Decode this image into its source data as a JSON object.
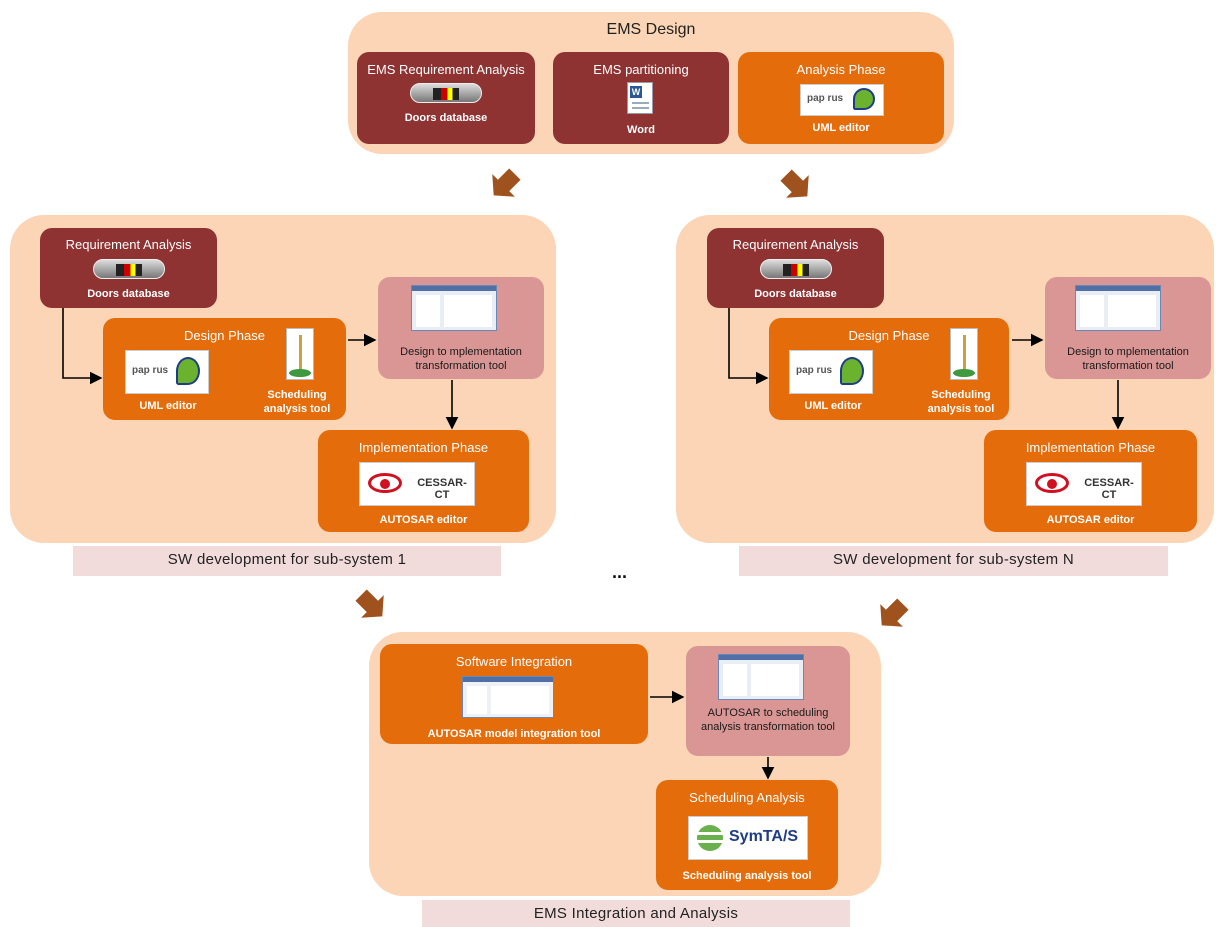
{
  "top": {
    "title": "EMS Design",
    "req": {
      "title": "EMS Requirement Analysis",
      "sub": "Doors database"
    },
    "part": {
      "title": "EMS partitioning",
      "sub": "Word"
    },
    "analysis": {
      "title": "Analysis Phase",
      "sub": "UML editor",
      "logo": "pap rus"
    }
  },
  "sub1": {
    "caption": "SW development for sub-system 1",
    "req": {
      "title": "Requirement Analysis",
      "sub": "Doors database"
    },
    "design": {
      "title": "Design Phase",
      "uml": "UML editor",
      "sched": "Scheduling analysis tool",
      "logo": "pap rus"
    },
    "transform": {
      "text": "Design  to mplementation transformation tool"
    },
    "impl": {
      "title": "Implementation Phase",
      "sub": "AUTOSAR editor",
      "logo": "CESSAR-CT"
    }
  },
  "subN": {
    "caption": "SW development for sub-system N",
    "req": {
      "title": "Requirement Analysis",
      "sub": "Doors database"
    },
    "design": {
      "title": "Design Phase",
      "uml": "UML editor",
      "sched": "Scheduling analysis tool",
      "logo": "pap rus"
    },
    "transform": {
      "text": "Design  to mplementation transformation tool"
    },
    "impl": {
      "title": "Implementation Phase",
      "sub": "AUTOSAR editor",
      "logo": "CESSAR-CT"
    }
  },
  "ellipsis": "...",
  "bottom": {
    "caption": "EMS Integration and Analysis",
    "integ": {
      "title": "Software Integration",
      "sub": "AUTOSAR model integration tool"
    },
    "transform": {
      "text": "AUTOSAR to scheduling analysis transformation tool"
    },
    "sched": {
      "title": "Scheduling Analysis",
      "sub": "Scheduling analysis tool",
      "logo": "SymTA/S"
    }
  },
  "colors": {
    "group_bg": "#fbd5b5",
    "dark_box": "#8e3232",
    "orange_box": "#e46c0a",
    "pink_box": "#d99694",
    "caption_bg": "#f2dcdb",
    "big_arrow": "#a0521e"
  }
}
